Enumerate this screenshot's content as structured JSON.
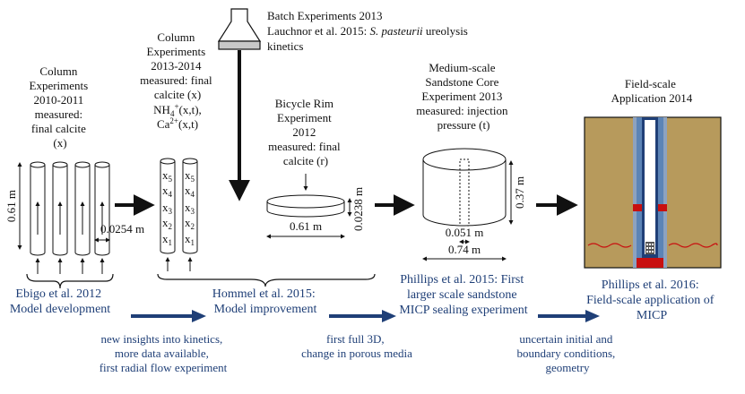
{
  "stages": {
    "col1": {
      "lines": [
        "Column",
        "Experiments",
        "2010-2011",
        "measured:",
        "final calcite",
        "(x)"
      ],
      "height_label": "0.61 m",
      "diam_label": "0.0254 m"
    },
    "col2": {
      "lines": [
        "Column",
        "Experiments",
        "2013-2014",
        "measured: final",
        "calcite (x)"
      ],
      "nh4_label": "NH",
      "nh4_sub": "4",
      "nh4_sup": "+",
      "nh4_tail": "(x,t),",
      "ca_label": "Ca",
      "ca_sup": "2+",
      "ca_tail": "(x,t)",
      "x_var": "x",
      "x_subs": [
        "5",
        "4",
        "3",
        "2",
        "1"
      ]
    },
    "batch": {
      "line1": "Batch Experiments 2013",
      "line2_prefix": "Lauchnor et al. 2015:",
      "line2_italic": "S. pasteurii",
      "line2_suffix": "ureolysis",
      "line3": "kinetics"
    },
    "rim": {
      "lines": [
        "Bicycle Rim",
        "Experiment",
        "2012",
        "measured: final",
        "calcite (r)"
      ],
      "diam_label": "0.61 m",
      "height_label": "0.0238 m"
    },
    "core": {
      "lines": [
        "Medium-scale",
        "Sandstone Core",
        "Experiment 2013",
        "measured: injection",
        "pressure (t)"
      ],
      "height_label": "0.37 m",
      "inner_label": "0.051 m",
      "diam_label": "0.74 m"
    },
    "field": {
      "lines": [
        "Field-scale",
        "Application 2014"
      ]
    }
  },
  "models": {
    "ebigo": {
      "lines": [
        "Ebigo et al. 2012",
        "Model development"
      ]
    },
    "hommel": {
      "lines": [
        "Hommel et al. 2015:",
        "Model improvement"
      ]
    },
    "phillips2015": {
      "lines": [
        "Phillips et al. 2015: First",
        "larger scale sandstone",
        "MICP sealing experiment"
      ]
    },
    "phillips2016": {
      "lines": [
        "Phillips et al. 2016:",
        "Field-scale application of",
        "MICP"
      ]
    }
  },
  "notes": {
    "n1": {
      "lines": [
        "new insights into kinetics,",
        "more data available,",
        "first radial flow experiment"
      ]
    },
    "n2": {
      "lines": [
        "first full 3D,",
        "change in porous media"
      ]
    },
    "n3": {
      "lines": [
        "uncertain initial and",
        "boundary conditions,",
        "geometry"
      ]
    }
  },
  "colors": {
    "black": "#111111",
    "navy": "#1f3f77",
    "sand": "#b79a5c",
    "casing": "#5c84b6",
    "red": "#c81010"
  }
}
